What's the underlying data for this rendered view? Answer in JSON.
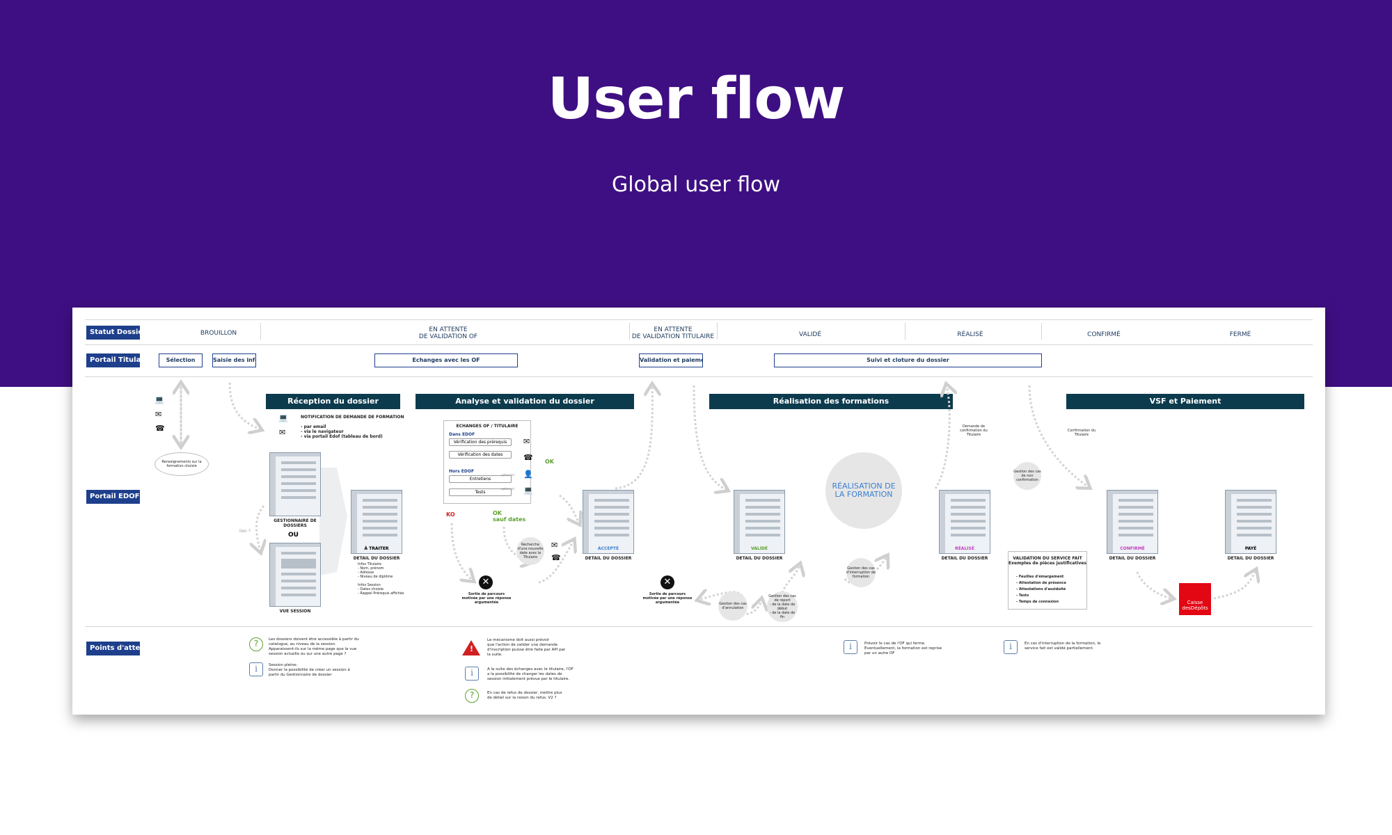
{
  "hero": {
    "title": "User flow",
    "subtitle": "Global user flow"
  },
  "lanes": {
    "statut": "Statut Dossier",
    "titulaire": "Portail Titulaire",
    "edof": "Portail EDOF",
    "attention": "Points d'attention"
  },
  "statuses": [
    "BROUILLON",
    "EN ATTENTE\nDE VALIDATION OF",
    "EN ATTENTE\nDE VALIDATION TITULAIRE",
    "VALIDÉ",
    "RÉALISÉ",
    "CONFIRMÉ",
    "FERMÉ"
  ],
  "titulaire_boxes": [
    "Sélection",
    "Saisie des infos",
    "Echanges avec les OF",
    "Validation et paiement",
    "Suivi et cloture du dossier"
  ],
  "phases": [
    "Réception du dossier",
    "Analyse et validation du dossier",
    "Réalisation des formations",
    "VSF et Paiement"
  ],
  "reception": {
    "notif_title": "NOTIFICATION DE DEMANDE DE FORMATION",
    "notif_lines": "- par email\n- via le navigateur\n- via portail Edof (tableau de bord)",
    "renseignements": "Renseignements sur la\nformation choisie",
    "gestionnaire": "GESTIONNAIRE DE\nDOSSIERS",
    "ou": "OU",
    "vue_session": "VUE SESSION",
    "lien": "lien ?",
    "a_traiter": "À TRAITER",
    "detail": "DETAIL DU DOSSIER",
    "infos": "Infos Titulaire\n- Nom, prénom\n- Adresse\n- Niveau de diplôme\n\nInfos Session\n- Dates choisie\n- Rappel Prérequis affichés"
  },
  "analyse": {
    "echanges_title": "ECHANGES OF / TITULAIRE",
    "dans_edof": "Dans EDOF",
    "verif_prereq": "Vérification des prérequis",
    "verif_dates": "Vérification des dates",
    "hors_edof": "Hors EDOF",
    "entretiens": "Entretiens",
    "tests": "Tests",
    "optional": "optionnel",
    "ok": "OK",
    "ko": "KO",
    "ok_sauf": "OK\nsauf dates",
    "recherche": "Recherche\nd'une nouvelle\ndate avec le\nTitulaire",
    "sortie": "Sortie de parcours\nmotivée par une réponse\nargumentée",
    "accepte": "ACCEPTÉ",
    "detail": "DETAIL DU DOSSIER"
  },
  "realisation": {
    "sortie": "Sortie de parcours\nmotivée par une réponse\nargumentée",
    "valide": "VALIDÉ",
    "detail": "DETAIL DU DOSSIER",
    "annulation": "Gestion des cas\nd'annulation",
    "report": "Gestion des cas\nde report\n- de la date de\ndébut\n- de la date de\nfin",
    "big": "RÉALISATION DE\nLA FORMATION",
    "interruption": "Gestion des cas\nd'interruption de\nformation",
    "demande_conf": "Demande de\nconfirmation du\nTitulaire",
    "non_conf": "Gestion des cas\nde non\nconfirmation",
    "realise": "RÉALISÉ"
  },
  "vsf": {
    "confirmation": "Confirmation du\nTitulaire",
    "confirme": "CONFIRMÉ",
    "paye": "PAYÉ",
    "detail": "DETAIL DU DOSSIER",
    "vsf_title": "VALIDATION DU SERVICE FAIT\nExemples de pièces justificatives",
    "vsf_items": "- Feuilles d'émargement\n- Attestation de présence\n- Attestations d'assiduité\n- Tests\n- Temps de connexion",
    "caisse": "Caisse\ndesDépôts"
  },
  "attention": {
    "n1": "Les dossiers doivent être accessible à partir du\ncatalogue, au niveau de la session.\nApparaissent-ils sur la même page que la vue\nsession actuelle ou sur une autre page ?",
    "n2": "Session pleine:\nDonner la possibilité de créer un session à\npartir du Gestionnaire de dossier",
    "n3": "Le mécanisme doit aussi prévoir\nque l'action de valider une demande\nd'inscription puisse être faite par API par\nla suite.",
    "n4": "A la suite des échanges avec le titulaire, l'OF\na la possibilité de changer les dates de\nsession initialement prévue par le titulaire.",
    "n5": "En cas de refus de dossier, mettre plus\nde détail sur la raison du refus. V2 ?",
    "n6": "Prévoir le cas de l'OF qui ferme.\nEventuellement, la formation est reprise\npar un autre OF",
    "n7": "En cas d'interruption de la formation, le\nservice fait est validé partiellement."
  },
  "icons": [
    "laptop-icon",
    "mail-icon",
    "phone-icon",
    "person-icon",
    "close-icon",
    "question-icon",
    "info-icon",
    "warning-icon"
  ],
  "colors": {
    "hero_bg": "#3e0f82",
    "lane_tag": "#1e3f8c",
    "phase_bg": "#0d3b4e",
    "ok": "#5aa02c",
    "ko": "#d02020",
    "caisse": "#e30613"
  }
}
